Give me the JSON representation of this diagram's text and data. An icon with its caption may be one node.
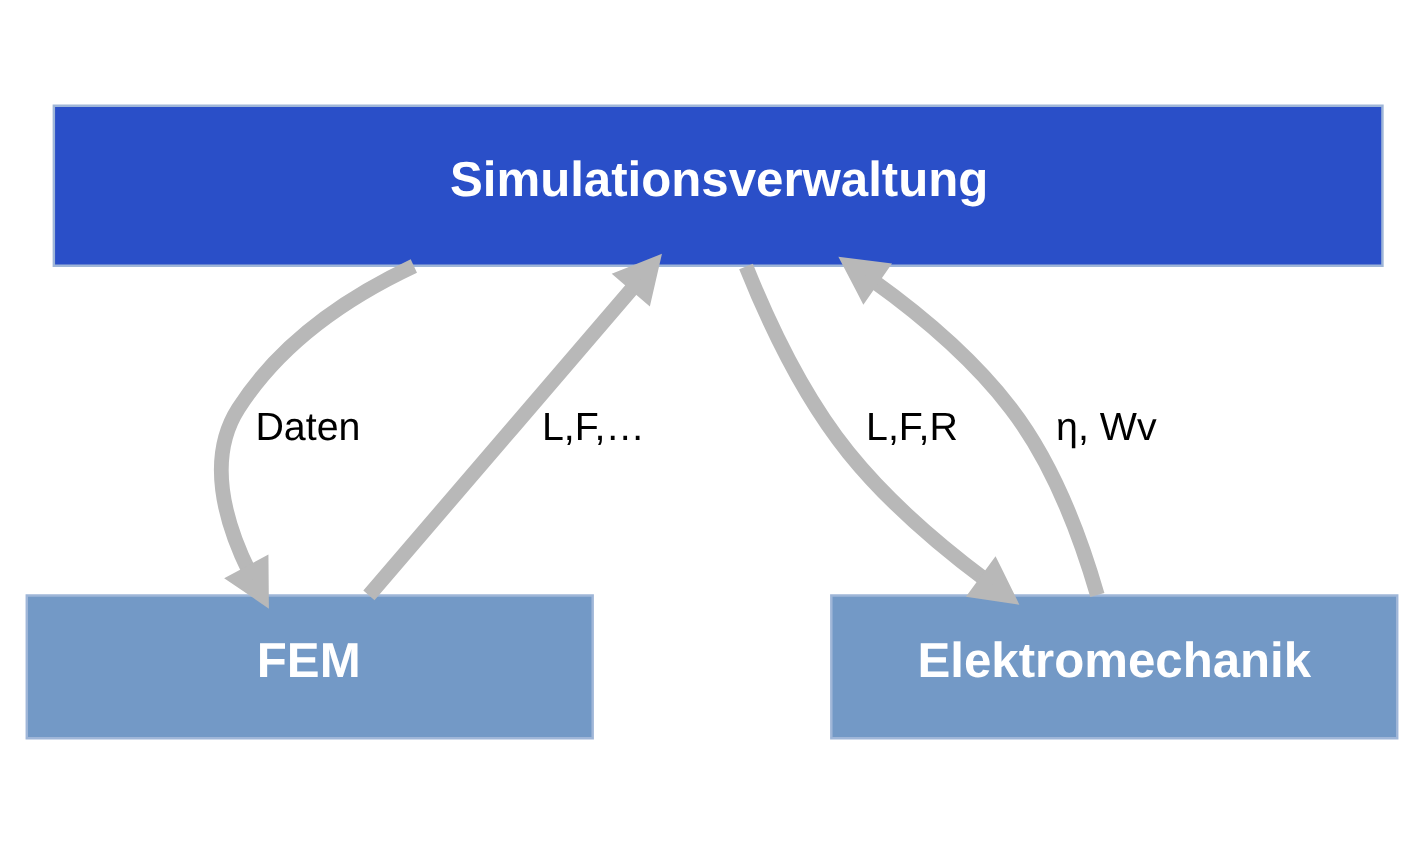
{
  "diagram": {
    "nodes": [
      {
        "text": [
          "Simulationsverwaltung"
        ]
      },
      {
        "text": [
          "FEM"
        ]
      },
      {
        "text": [
          "Elektromechanik"
        ]
      }
    ],
    "edges": [
      {
        "from": 0,
        "to": 1,
        "arrow": "to",
        "label": "Daten"
      },
      {
        "from": 1,
        "to": 0,
        "arrow": "to",
        "label": "L,F,…"
      },
      {
        "from": 0,
        "to": 2,
        "arrow": "to",
        "label": "L,F,R"
      },
      {
        "from": 2,
        "to": 0,
        "arrow": "to",
        "label": "η, Wv"
      }
    ]
  }
}
